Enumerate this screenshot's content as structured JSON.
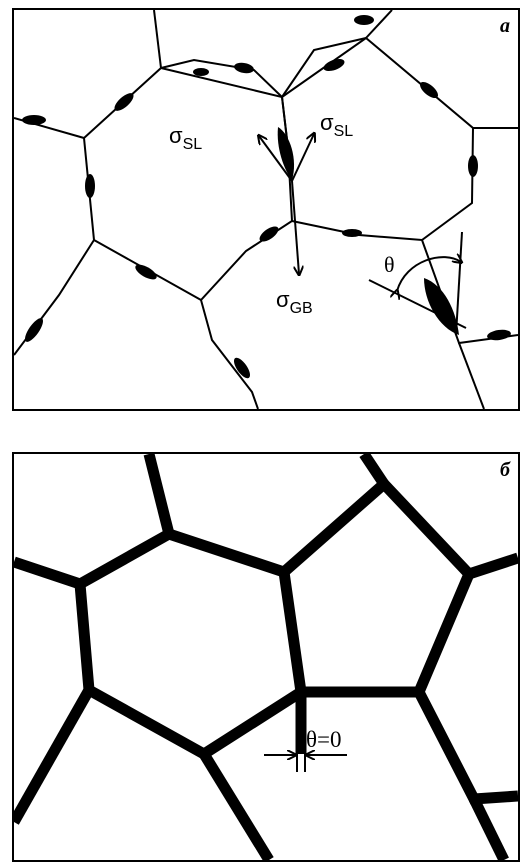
{
  "panel_a": {
    "label": "a",
    "sigma_sl_left": {
      "symbol": "σ",
      "subscript": "SL"
    },
    "sigma_sl_right": {
      "symbol": "σ",
      "subscript": "SL"
    },
    "sigma_gb": {
      "symbol": "σ",
      "subscript": "GB"
    },
    "angle_label": "θ"
  },
  "panel_b": {
    "label": "б",
    "angle_label": "θ=0"
  }
}
